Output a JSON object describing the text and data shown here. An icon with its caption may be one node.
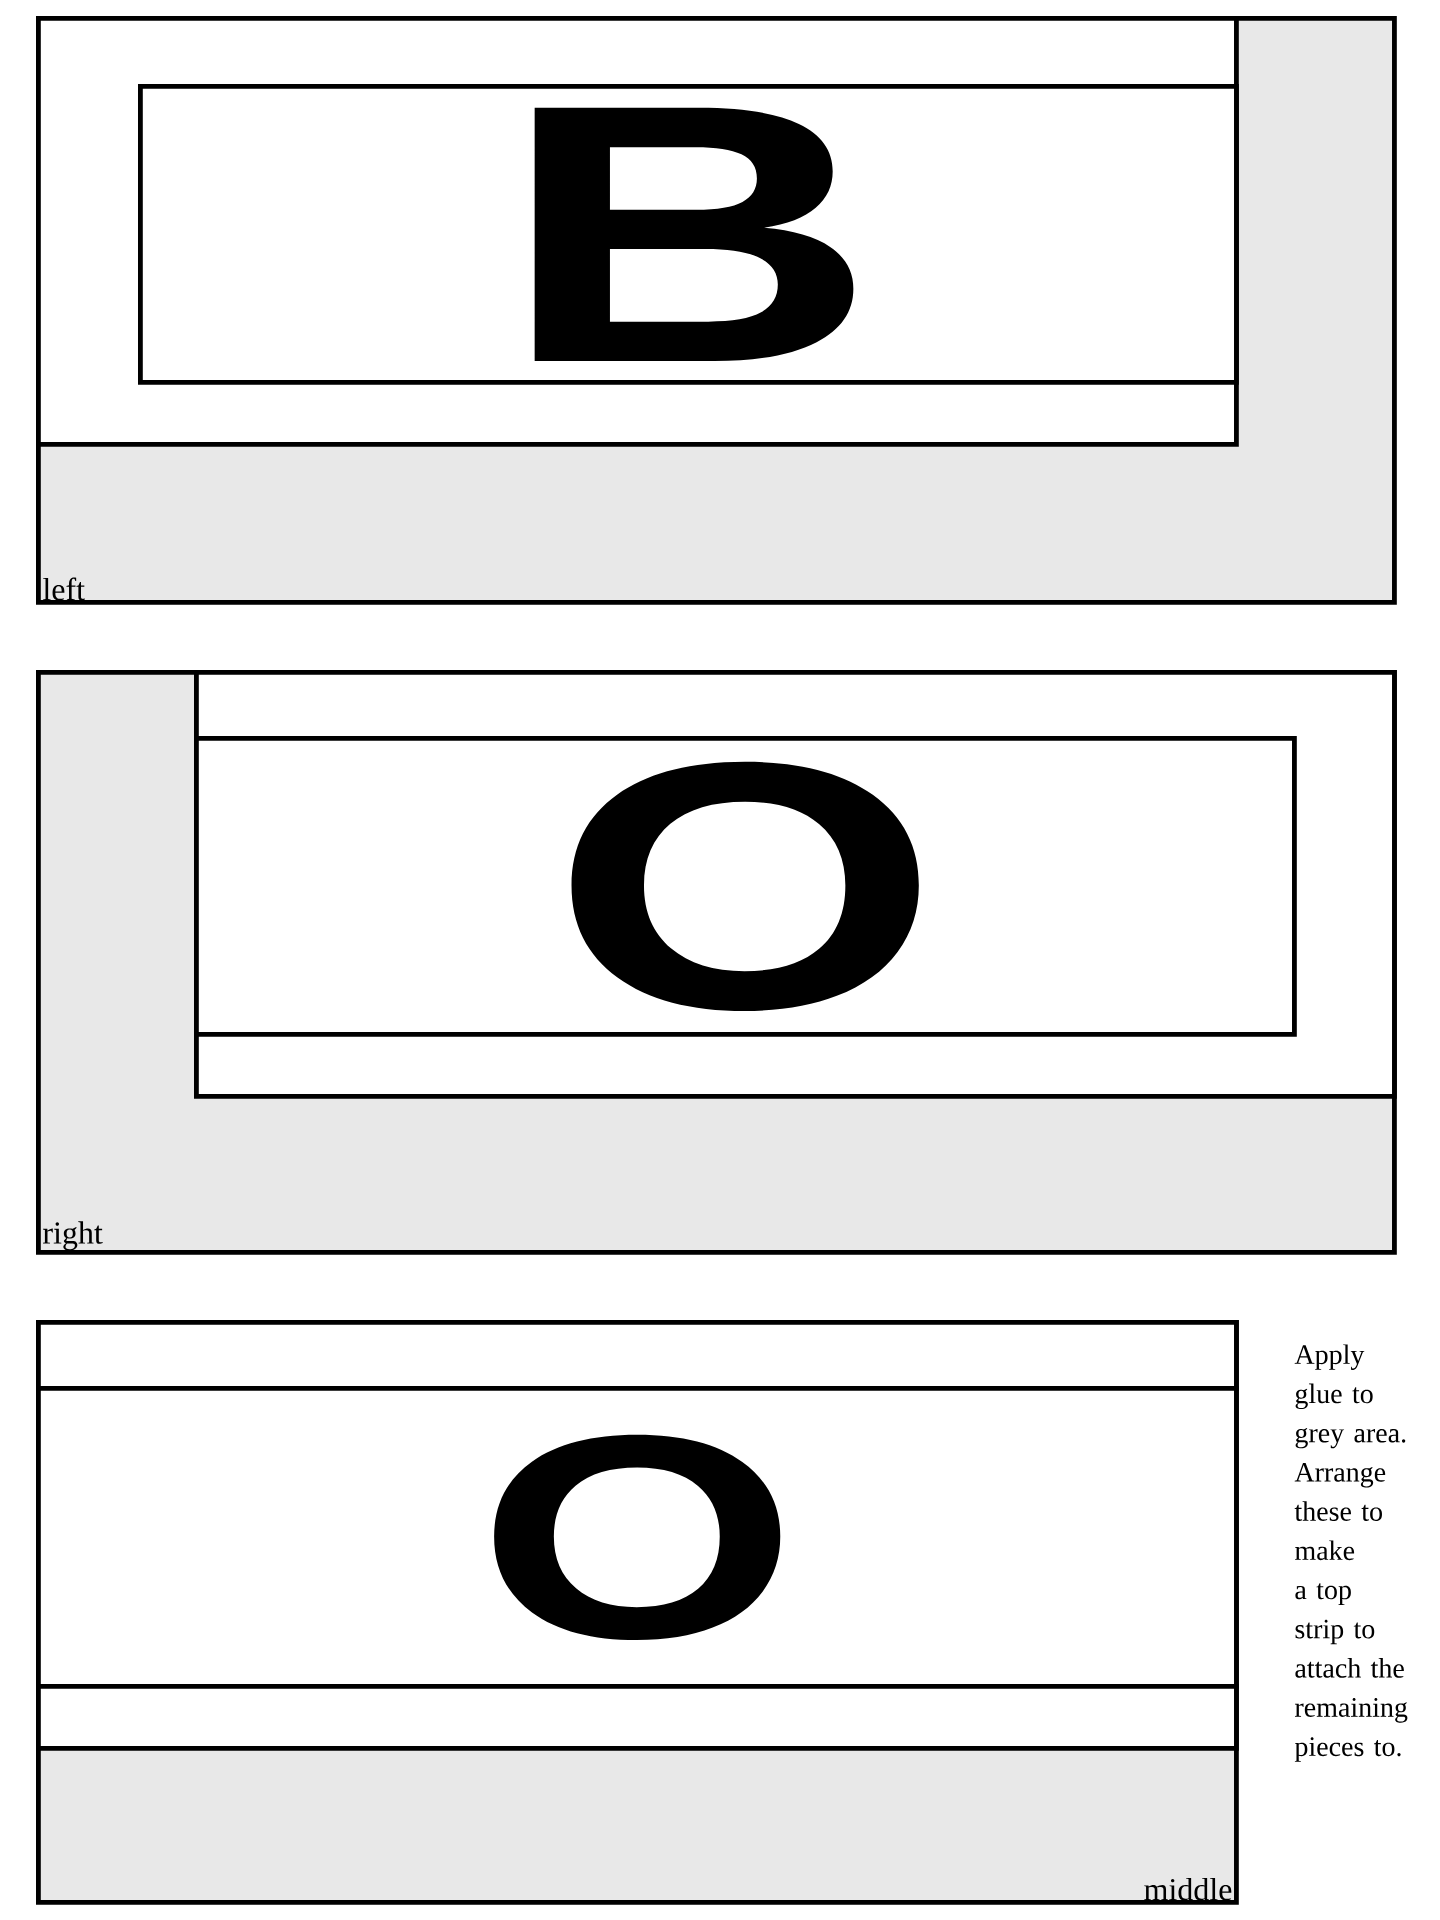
{
  "diagram": {
    "nodes": [
      {
        "text": [
          "left"
        ]
      },
      {
        "text": [],
        "shape": "box",
        "in": 0
      },
      {
        "text": [
          "B"
        ],
        "in": 1
      },
      {
        "text": [
          "right"
        ]
      },
      {
        "text": [],
        "shape": "box",
        "in": 3
      },
      {
        "text": [
          "O"
        ],
        "in": 4
      },
      {
        "text": [
          "middle"
        ]
      },
      {
        "text": [],
        "shape": "box",
        "in": 6
      },
      {
        "text": [
          "O"
        ],
        "in": 6
      },
      {
        "text": [],
        "shape": "box",
        "in": 6
      }
    ],
    "labels": [
      "Apply glue to grey area. Arrange these to make a top strip to attach the remaining pieces to."
    ]
  }
}
